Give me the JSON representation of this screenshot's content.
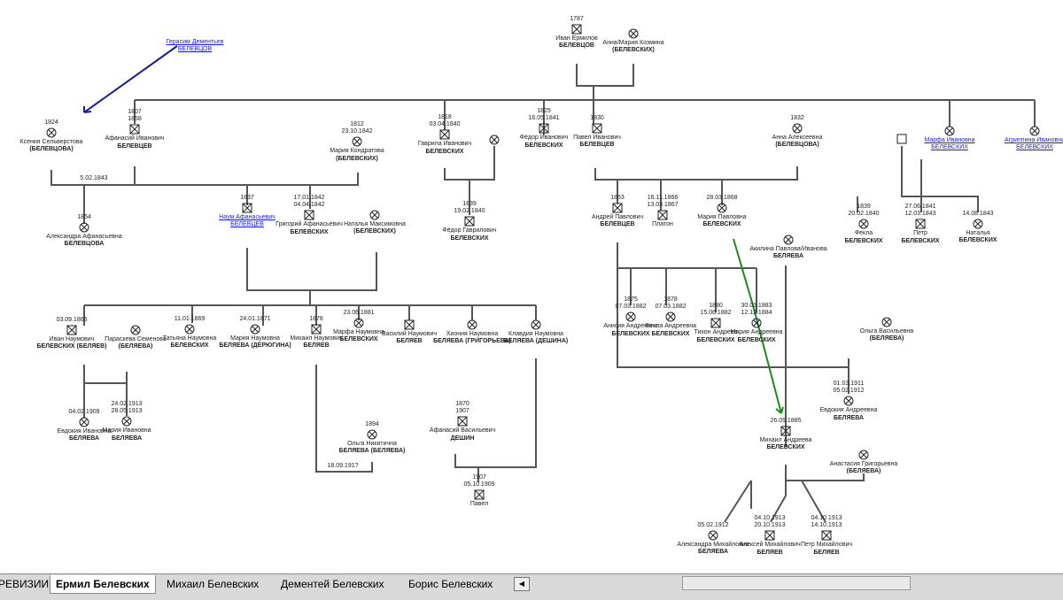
{
  "diagram": {
    "nodes": [
      {
        "id": "gerasim",
        "sym": "none",
        "dates": [],
        "name": "Герасим Дементьев",
        "surname": "БЕЛЕВЦОВ",
        "link": true
      },
      {
        "id": "ivan",
        "sym": "m",
        "dates": [
          "1787"
        ],
        "name": "Иван Ермилов",
        "surname": "БЕЛЕВЦОВ"
      },
      {
        "id": "anna_maria",
        "sym": "f",
        "dates": [],
        "name": "Анна/Мария Козмина",
        "surname": "(БЕЛЕВСКИХ)"
      },
      {
        "id": "ksenia",
        "sym": "f",
        "dates": [
          "1824"
        ],
        "name": "Ксения Сельверстова",
        "surname": "(БЕЛЕВЦОВА)"
      },
      {
        "id": "afanasy",
        "sym": "m",
        "dates": [
          "1807",
          "1858"
        ],
        "name": "Афанасий Иванович",
        "surname": "БЕЛЕВЦЕВ"
      },
      {
        "id": "maria_k",
        "sym": "f",
        "dates": [
          "1812",
          "23.10.1842"
        ],
        "name": "Мария Кондратова",
        "surname": "(БЕЛЕВСКИХ)"
      },
      {
        "id": "gavrila",
        "sym": "m",
        "dates": [
          "1818",
          "03.04.1840"
        ],
        "name": "Гаврила Иванович",
        "surname": "БЕЛЕВСКИХ"
      },
      {
        "id": "gavrila_w",
        "sym": "f",
        "dates": [],
        "name": "",
        "surname": ""
      },
      {
        "id": "fedor_i",
        "sym": "m",
        "dates": [
          "1825",
          "16.05.1841"
        ],
        "name": "Фёдор Иванович",
        "surname": "БЕЛЕВСКИХ"
      },
      {
        "id": "pavel",
        "sym": "m",
        "dates": [
          "1830"
        ],
        "name": "Павел Иванович",
        "surname": "БЕЛЕВЦЕВ"
      },
      {
        "id": "anna_a",
        "sym": "f",
        "dates": [
          "1832"
        ],
        "name": "Анна Алексеевна",
        "surname": "(БЕЛЕВЦОВА)"
      },
      {
        "id": "x_m",
        "sym": "m_empty",
        "dates": [],
        "name": "",
        "surname": ""
      },
      {
        "id": "marfa",
        "sym": "f",
        "dates": [],
        "name": "Марфа Ивановна",
        "surname": "БЕЛЕВСКИХ",
        "link": true
      },
      {
        "id": "agrippina",
        "sym": "f",
        "dates": [],
        "name": "Агриппина Ивановна",
        "surname": "БЕЛЕВСКИХ",
        "link": true
      },
      {
        "id": "aleksandra_a",
        "sym": "f",
        "dates": [
          "1854"
        ],
        "name": "Александра Афанасьевна",
        "surname": "БЕЛЕВЦОВА"
      },
      {
        "id": "naum",
        "sym": "m",
        "dates": [
          "1837"
        ],
        "name": "Наум Афанасьевич",
        "surname": "БЕЛЕВЦЕВ",
        "link": true
      },
      {
        "id": "grigory",
        "sym": "m",
        "dates": [
          "17.01.1842",
          "04.04.1842"
        ],
        "name": "Григорий Афанасьевич",
        "surname": "БЕЛЕВСКИХ"
      },
      {
        "id": "natalia_m",
        "sym": "f",
        "dates": [],
        "name": "Наталья Максимовна",
        "surname": "(БЕЛЕВСКИХ)"
      },
      {
        "id": "fedor_g",
        "sym": "m",
        "dates": [
          "1839",
          "19.02.1840"
        ],
        "name": "Фёдор Гаврилович",
        "surname": "БЕЛЕВСКИХ"
      },
      {
        "id": "andrey",
        "sym": "m",
        "dates": [
          "1853"
        ],
        "name": "Андрей Павлович",
        "surname": "БЕЛЕВЦЕВ"
      },
      {
        "id": "platon",
        "sym": "m",
        "dates": [
          "16.11.1866",
          "13.03.1867"
        ],
        "name": "Платон",
        "surname": ""
      },
      {
        "id": "maria_p",
        "sym": "f",
        "dates": [
          "28.03.1868"
        ],
        "name": "Мария Павловна",
        "surname": "БЕЛЕВСКИХ"
      },
      {
        "id": "fekla_i",
        "sym": "f",
        "dates": [
          "1839",
          "20.02.1840"
        ],
        "name": "Фекла",
        "surname": "БЕЛЕВСКИХ"
      },
      {
        "id": "petr_i",
        "sym": "m",
        "dates": [
          "27.06.1841",
          "12.03.1843"
        ],
        "name": "Петр",
        "surname": "БЕЛЕВСКИХ"
      },
      {
        "id": "natalia_i",
        "sym": "f",
        "dates": [
          "14.08.1843"
        ],
        "name": "Наталья",
        "surname": "БЕЛЕВСКИХ"
      },
      {
        "id": "akilina",
        "sym": "f",
        "dates": [],
        "name": "Акилина Павлова/Иванова",
        "surname": "БЕЛЯЕВА"
      },
      {
        "id": "ivan_n",
        "sym": "m",
        "dates": [
          "03.09.1866"
        ],
        "name": "Иван Наумович",
        "surname": "БЕЛЕВСКИХ (БЕЛЯЕВ)"
      },
      {
        "id": "paraskeva",
        "sym": "f",
        "dates": [],
        "name": "Параскева Семенова",
        "surname": "(БЕЛЯЕВА)"
      },
      {
        "id": "tatiana",
        "sym": "f",
        "dates": [
          "11.01.1869"
        ],
        "name": "Татьяна Наумовна",
        "surname": "БЕЛЕВСКИХ"
      },
      {
        "id": "maria_n",
        "sym": "f",
        "dates": [
          "24.01.1871"
        ],
        "name": "Мария Наумовна",
        "surname": "БЕЛЯЕВА (ДЕРЮГИНА)"
      },
      {
        "id": "mikhail_n",
        "sym": "m",
        "dates": [
          "1878"
        ],
        "name": "Михаил Наумович",
        "surname": "БЕЛЯЕВ"
      },
      {
        "id": "marfa_n",
        "sym": "f",
        "dates": [
          "23.06.1881"
        ],
        "name": "Марфа Наумовна",
        "surname": "БЕЛЕВСКИХ"
      },
      {
        "id": "vasily_n",
        "sym": "m",
        "dates": [],
        "name": "Василий Наумович",
        "surname": "БЕЛЯЕВ"
      },
      {
        "id": "khionia",
        "sym": "f",
        "dates": [],
        "name": "Хиония Наумовна",
        "surname": "БЕЛЯЕВА (ГРИГОРЬЕВА)"
      },
      {
        "id": "klavdia",
        "sym": "f",
        "dates": [],
        "name": "Клавдия Наумовна",
        "surname": "БЕЛЯЕВА (ДЕШИНА)"
      },
      {
        "id": "anisia",
        "sym": "f",
        "dates": [
          "1875",
          "07.03.1882"
        ],
        "name": "Анисия Андреевна",
        "surname": "БЕЛЕВСКИХ"
      },
      {
        "id": "fekla_a",
        "sym": "f",
        "dates": [
          "1878",
          "07.03.1882"
        ],
        "name": "Фекла Андреевна",
        "surname": "БЕЛЕВСКИХ"
      },
      {
        "id": "tikhon",
        "sym": "m",
        "dates": [
          "1880",
          "15.06.1882"
        ],
        "name": "Тихон Андреев",
        "surname": "БЕЛЕВСКИХ"
      },
      {
        "id": "maria_a",
        "sym": "f",
        "dates": [
          "30.03.1883",
          "12.12.1884"
        ],
        "name": "Мария Андреевна",
        "surname": "БЕЛЕВСКИХ"
      },
      {
        "id": "olga_v",
        "sym": "f",
        "dates": [],
        "name": "Ольга Васильевна",
        "surname": "(БЕЛЯЕВА)"
      },
      {
        "id": "evdokia_i",
        "sym": "f",
        "dates": [
          "04.02.1909"
        ],
        "name": "Евдокия Ивановна",
        "surname": "БЕЛЯЕВА"
      },
      {
        "id": "maria_i",
        "sym": "f",
        "dates": [
          "24.02.1913",
          "28.05.1913"
        ],
        "name": "Мария Ивановна",
        "surname": "БЕЛЯЕВА"
      },
      {
        "id": "olga_n",
        "sym": "f",
        "dates": [
          "1894"
        ],
        "name": "Ольга Никитична",
        "surname": "БЕЛЯЕВА (БЕЛЯЕВА)"
      },
      {
        "id": "afanasy_v",
        "sym": "m",
        "dates": [
          "1870",
          "1907"
        ],
        "name": "Афанасий Васильевич",
        "surname": "ДЕШИН"
      },
      {
        "id": "evdokia_a",
        "sym": "f",
        "dates": [
          "01.03.1911",
          "05.02.1912"
        ],
        "name": "Евдокия Андреевна",
        "surname": "БЕЛЯЕВА"
      },
      {
        "id": "mikhail_a",
        "sym": "m",
        "dates": [
          "26.09.1885"
        ],
        "name": "Михаил Андреева",
        "surname": "БЕЛЕВСКИХ"
      },
      {
        "id": "anastasia",
        "sym": "f",
        "dates": [],
        "name": "Анастасия Григорьевна",
        "surname": "(БЕЛЯЕВА)"
      },
      {
        "id": "pavel_a",
        "sym": "m",
        "dates": [
          "1907",
          "05.10.1909"
        ],
        "name": "Павел",
        "surname": ""
      },
      {
        "id": "aleksandra_m",
        "sym": "f",
        "dates": [
          "05.02.1912"
        ],
        "name": "Александра Михайловна",
        "surname": "БЕЛЯЕВА"
      },
      {
        "id": "aleksey_m",
        "sym": "m",
        "dates": [
          "04.10.1913",
          "20.10.1913"
        ],
        "name": "Алексей Михайлович",
        "surname": "БЕЛЯЕВ"
      },
      {
        "id": "petr_m",
        "sym": "m",
        "dates": [
          "04.10.1913",
          "14.10.1913"
        ],
        "name": "Петр Михайлович",
        "surname": "БЕЛЯЕВ"
      }
    ],
    "marriage_labels": [
      {
        "id": "m1843",
        "text": "5.02.1843"
      },
      {
        "id": "m_olga",
        "text": "18.09.191?"
      }
    ]
  },
  "tabs": [
    {
      "label": "РЕВИЗИИ",
      "active": false
    },
    {
      "label": "Ермил Белевских",
      "active": true
    },
    {
      "label": "Михаил Белевских",
      "active": false
    },
    {
      "label": "Дементей Белевских",
      "active": false
    },
    {
      "label": "Борис Белевских",
      "active": false
    }
  ],
  "colors": {
    "link": "#1a1aff",
    "arrow_blue": "#1c1c9a",
    "arrow_green": "#1a8a1a",
    "line": "#555555"
  },
  "icons": {
    "male": "crossed-square",
    "female": "crossed-circle",
    "tab_nav": "left-arrow"
  }
}
